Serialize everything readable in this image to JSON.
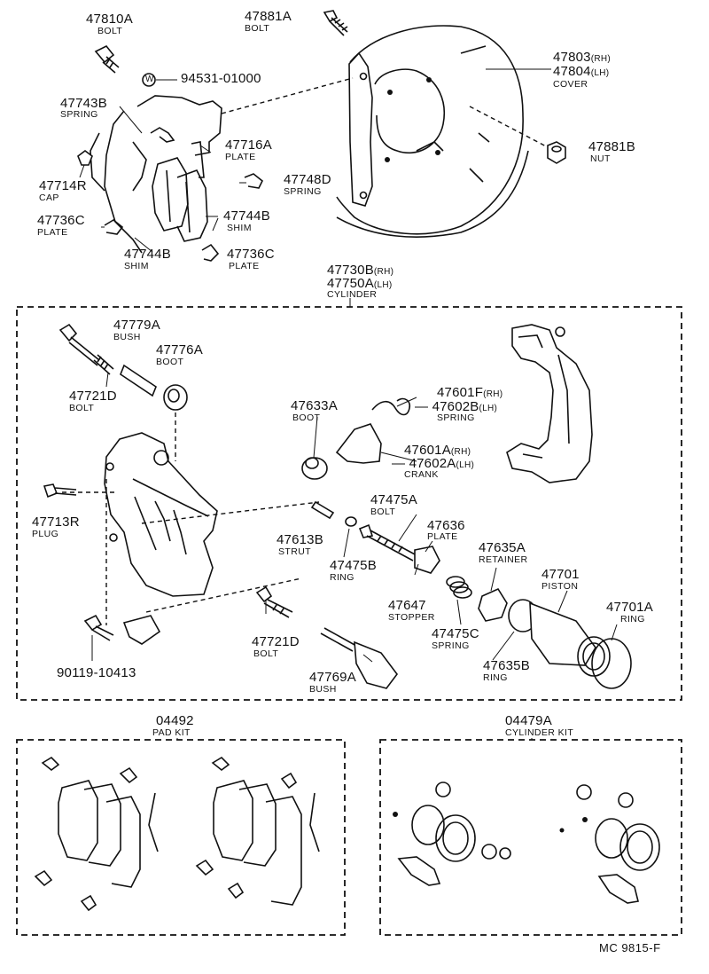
{
  "diagram": {
    "doc_code": "MC  9815-F",
    "callouts": [
      {
        "part_no": "47810A",
        "desc": "BOLT"
      },
      {
        "part_no": "94531-01000",
        "desc": "",
        "marker": "W"
      },
      {
        "part_no": "47881A",
        "desc": "BOLT"
      },
      {
        "part_no": "47803",
        "suffix": "(RH)",
        "part_no_2": "47804",
        "suffix_2": "(LH)",
        "desc": "COVER"
      },
      {
        "part_no": "47743B",
        "desc": "SPRING"
      },
      {
        "part_no": "47716A",
        "desc": "PLATE"
      },
      {
        "part_no": "47714R",
        "desc": "CAP"
      },
      {
        "part_no": "47748D",
        "desc": "SPRING"
      },
      {
        "part_no": "47881B",
        "desc": "NUT"
      },
      {
        "part_no": "47744B",
        "desc": "SHIM"
      },
      {
        "part_no": "47736C",
        "desc": "PLATE"
      },
      {
        "part_no": "47744B",
        "desc": "SHIM"
      },
      {
        "part_no": "47736C",
        "desc": "PLATE"
      },
      {
        "part_no": "47730B",
        "suffix": "(RH)",
        "part_no_2": "47750A",
        "suffix_2": "(LH)",
        "desc": "CYLINDER"
      },
      {
        "part_no": "47779A",
        "desc": "BUSH"
      },
      {
        "part_no": "47776A",
        "desc": "BOOT"
      },
      {
        "part_no": "47721D",
        "desc": "BOLT"
      },
      {
        "part_no": "47601F",
        "suffix": "(RH)",
        "part_no_2": "47602B",
        "suffix_2": "(LH)",
        "desc": "SPRING"
      },
      {
        "part_no": "47633A",
        "desc": "BOOT"
      },
      {
        "part_no": "47601A",
        "suffix": "(RH)",
        "part_no_2": "47602A",
        "suffix_2": "(LH)",
        "desc": "CRANK"
      },
      {
        "part_no": "47713R",
        "desc": "PLUG"
      },
      {
        "part_no": "47475A",
        "desc": "BOLT"
      },
      {
        "part_no": "47636",
        "desc": "PLATE"
      },
      {
        "part_no": "47613B",
        "desc": "STRUT"
      },
      {
        "part_no": "47635A",
        "desc": "RETAINER"
      },
      {
        "part_no": "47701",
        "desc": "PISTON"
      },
      {
        "part_no": "47475B",
        "desc": "RING"
      },
      {
        "part_no": "47647",
        "desc": "STOPPER"
      },
      {
        "part_no": "47475C",
        "desc": "SPRING"
      },
      {
        "part_no": "47701A",
        "desc": "RING"
      },
      {
        "part_no": "47721D",
        "desc": "BOLT"
      },
      {
        "part_no": "47635B",
        "desc": "RING"
      },
      {
        "part_no": "47769A",
        "desc": "BUSH"
      },
      {
        "part_no": "90119-10413",
        "desc": ""
      }
    ],
    "kits": [
      {
        "part_no": "04492",
        "desc": "PAD KIT"
      },
      {
        "part_no": "04479A",
        "desc": "CYLINDER KIT"
      }
    ]
  }
}
